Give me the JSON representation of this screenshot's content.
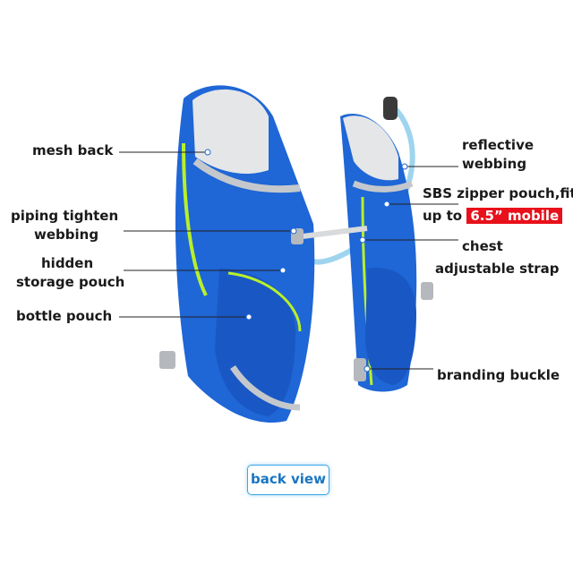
{
  "labels": {
    "mesh_back": "mesh back",
    "piping_line1": "piping tighten",
    "piping_line2": "webbing",
    "hidden_line1": "hidden",
    "hidden_line2": "storage pouch",
    "bottle_pouch": "bottle pouch",
    "reflective_line1": "reflective",
    "reflective_line2": "webbing",
    "sbs_line1": "SBS zipper pouch,fit",
    "sbs_prefix": "up to",
    "sbs_highlight": "6.5”  mobile",
    "chest_line1": "chest",
    "chest_line2": "adjustable strap",
    "branding_buckle": "branding buckle"
  },
  "caption": "back view",
  "colors": {
    "pack_blue": "#1f66d6",
    "lime_trim": "#b8f02a",
    "reflective_grey": "#c4c8cc",
    "highlight_red": "#e8101a",
    "badge_border": "#3aa7e8"
  }
}
